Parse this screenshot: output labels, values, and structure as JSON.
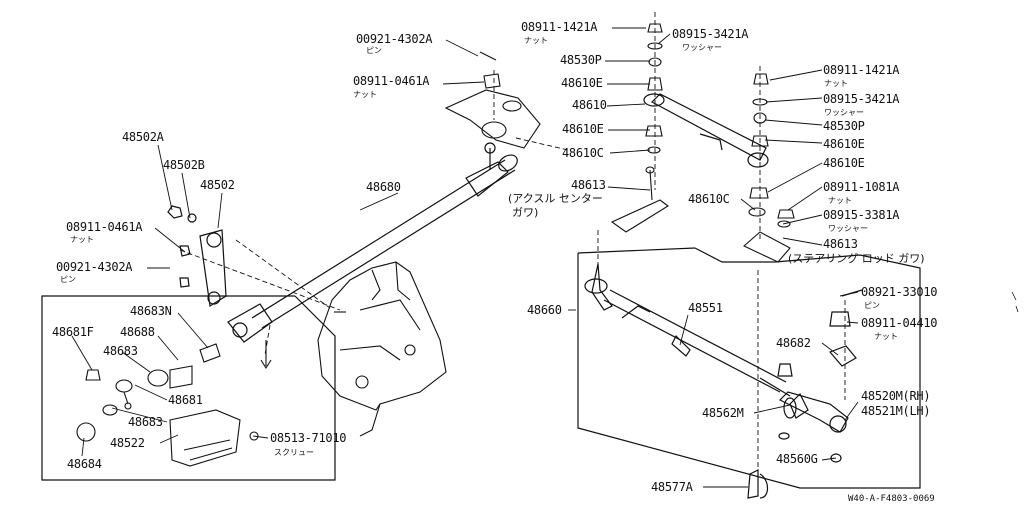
{
  "diagram_code": "W40-A-F4803-0069",
  "parts": {
    "p00921_4302A_top": "00921-4302A",
    "p08911_0461A_top": "08911-0461A",
    "p48502A": "48502A",
    "p48502B": "48502B",
    "p48502": "48502",
    "p08911_0461A_left": "08911-0461A",
    "p00921_4302A_left": "00921-4302A",
    "p48680": "48680",
    "p48683N": "48683N",
    "p48681F": "48681F",
    "p48688": "48688",
    "p48683_a": "48683",
    "p48681": "48681",
    "p48683_b": "48683",
    "p48522": "48522",
    "p48684": "48684",
    "p08513_71010": "08513-71010",
    "p08911_1421A_top": "08911-1421A",
    "p08915_3421A_top": "08915-3421A",
    "p48530P_top": "48530P",
    "p48610E_1": "48610E",
    "p48610": "48610",
    "p48610E_2": "48610E",
    "p48610C_1": "48610C",
    "p48613_1": "48613",
    "p08911_1421A_r": "08911-1421A",
    "p08915_3421A_r": "08915-3421A",
    "p48530P_r": "48530P",
    "p48610E_r1": "48610E",
    "p48610E_r2": "48610E",
    "p48610C_2": "48610C",
    "p08911_1081A": "08911-1081A",
    "p08915_3381A": "08915-3381A",
    "p48613_2": "48613",
    "p48660": "48660",
    "p48551": "48551",
    "p08921_33010": "08921-33010",
    "p08911_04410": "08911-04410",
    "p48682": "48682",
    "p48520M": "48520M(RH)",
    "p48521M": "48521M(LH)",
    "p48562M": "48562M",
    "p48560G": "48560G",
    "p48577A": "48577A"
  },
  "subs": {
    "pin_top": "ピン",
    "nut_top": "ナット",
    "nut_left": "ナット",
    "pin_left": "ピン",
    "screw": "スクリュー",
    "nut_1421_top": "ナット",
    "washer_3421_top": "ワッシャー",
    "nut_1421_r": "ナット",
    "washer_3421_r": "ワッシャー",
    "nut_1081": "ナット",
    "washer_3381": "ワッシャー",
    "pin_r": "ピン",
    "nut_04410": "ナット"
  },
  "notes": {
    "axle_center_l1": "(アクスル センター",
    "axle_center_l2": "ガワ)",
    "steering_rod_side": "(ステアリング ロッド ガワ)"
  }
}
